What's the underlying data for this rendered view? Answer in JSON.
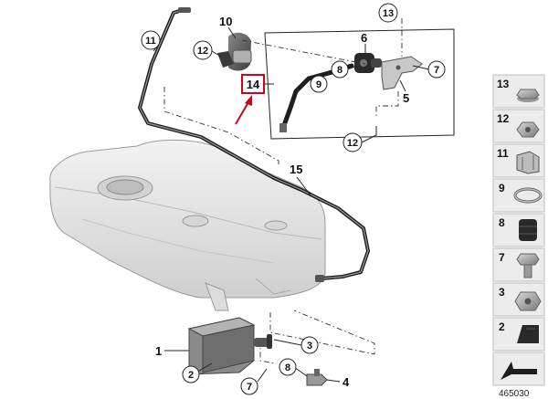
{
  "callouts": {
    "c1": "1",
    "c2": "2",
    "c3": "3",
    "c4": "4",
    "c5": "5",
    "c6": "6",
    "c7_detail": "7",
    "c7_lower": "7",
    "c8_detail": "8",
    "c8_lower": "8",
    "c9": "9",
    "c10": "10",
    "c11": "11",
    "c12_top": "12",
    "c12_detail": "12",
    "c13": "13",
    "c14": "14",
    "c15": "15"
  },
  "legend": {
    "items": [
      {
        "number": "13",
        "icon": "flange-nut-icon"
      },
      {
        "number": "12",
        "icon": "hex-nut-icon"
      },
      {
        "number": "11",
        "icon": "spring-clip-icon"
      },
      {
        "number": "9",
        "icon": "hose-clamp-icon"
      },
      {
        "number": "8",
        "icon": "rubber-grommet-icon"
      },
      {
        "number": "7",
        "icon": "hex-bolt-icon"
      },
      {
        "number": "3",
        "icon": "hex-nut-icon"
      },
      {
        "number": "2",
        "icon": "rubber-buffer-icon"
      }
    ],
    "diagram_id": "465030"
  },
  "colors": {
    "highlight": "#d0021b",
    "line": "#222222",
    "tank_fill": "#e6e6e6",
    "legend_bg": "#ececec"
  }
}
